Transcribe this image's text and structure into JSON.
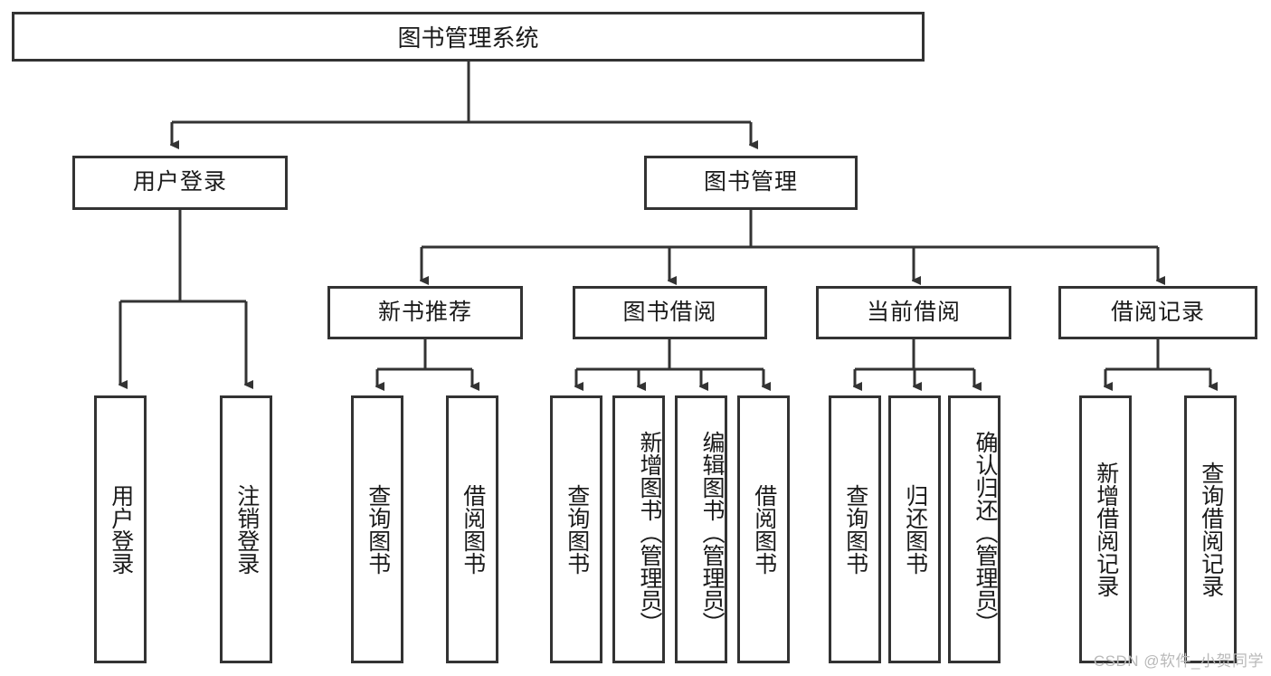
{
  "diagram": {
    "title": "图书管理系统",
    "type": "hierarchy-tree",
    "background": "#ffffff",
    "line_color": "#333333",
    "root": {
      "label": "图书管理系统"
    },
    "level2": [
      {
        "label": "用户登录"
      },
      {
        "label": "图书管理"
      }
    ],
    "level3": [
      {
        "label": "新书推荐"
      },
      {
        "label": "图书借阅"
      },
      {
        "label": "当前借阅"
      },
      {
        "label": "借阅记录"
      }
    ],
    "leaves": {
      "user_login": [
        {
          "label": "用户登录"
        },
        {
          "label": "注销登录"
        }
      ],
      "new_book": [
        {
          "label": "查询图书"
        },
        {
          "label": "借阅图书"
        }
      ],
      "book_borrow": [
        {
          "label": "查询图书"
        },
        {
          "label": "新增图书（管理员）"
        },
        {
          "label": "编辑图书（管理员）"
        },
        {
          "label": "借阅图书"
        }
      ],
      "current_borrow": [
        {
          "label": "查询图书"
        },
        {
          "label": "归还图书"
        },
        {
          "label": "确认归还（管理员）"
        }
      ],
      "borrow_record": [
        {
          "label": "新增借阅记录"
        },
        {
          "label": "查询借阅记录"
        }
      ]
    }
  },
  "watermark": {
    "text": "CSDN @软件_小贺同学"
  }
}
